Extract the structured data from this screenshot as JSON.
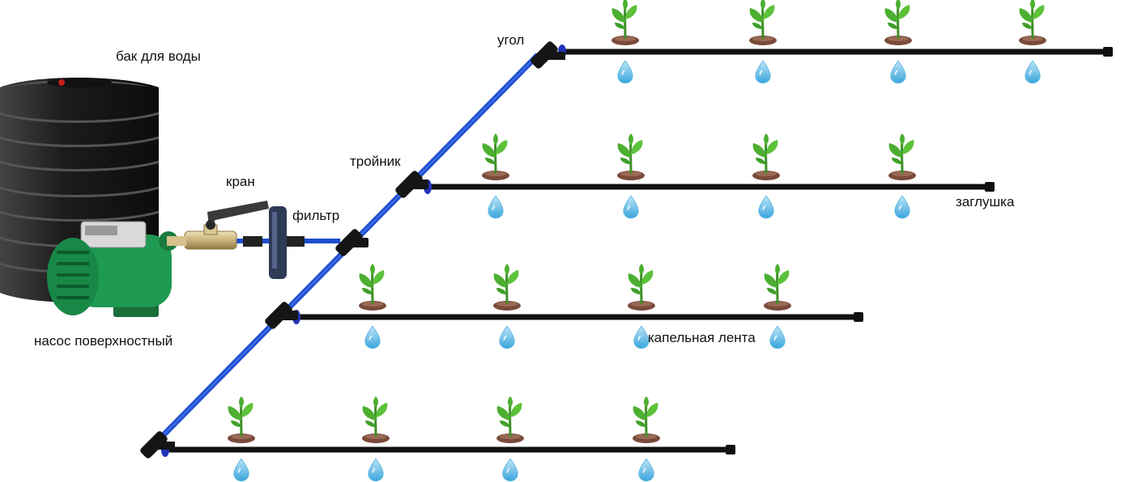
{
  "labels": {
    "tank": "бак для воды",
    "valve": "кран",
    "filter": "фильтр",
    "tee": "тройник",
    "corner": "угол",
    "end_cap": "заглушка",
    "drip_tape": "капельная лента",
    "pump": "насос поверхностный"
  },
  "rows": [
    {
      "plants": 4
    },
    {
      "plants": 4
    },
    {
      "plants": 4
    },
    {
      "plants": 4
    }
  ],
  "colors": {
    "main_line": "#1d4fd1",
    "drip_line": "#111111",
    "fitting_ring": "#2233bb",
    "pump_body": "#1f9a52",
    "tank": "#222222",
    "leaf": "#4caf30",
    "soil": "#7a4a3a",
    "drop": "#4fb2e3",
    "brass": "#c9b27a"
  },
  "icons": [
    "tank-icon",
    "pump-icon",
    "valve-icon",
    "filter-icon",
    "plant-icon",
    "water-drop-icon"
  ]
}
